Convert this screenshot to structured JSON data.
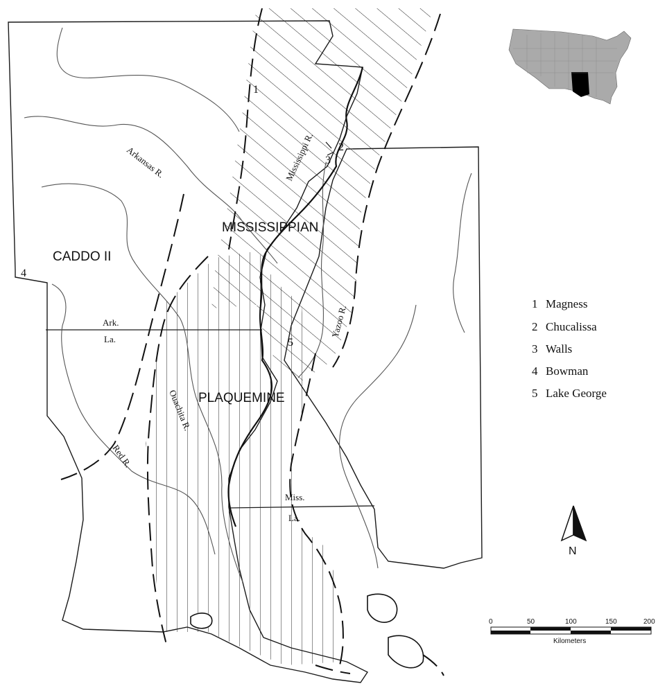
{
  "regions": {
    "caddo": "CADDO II",
    "mississippian": "MISSISSIPPIAN",
    "plaquemine": "PLAQUEMINE"
  },
  "rivers": {
    "arkansas": "Arkansas R.",
    "mississippi": "Mississippi R.",
    "yazoo": "Yazoo R.",
    "ouachita": "Ouachita R.",
    "red": "Red R."
  },
  "state_labels": {
    "ark": "Ark.",
    "la_west": "La.",
    "miss": "Miss.",
    "la_east": "La."
  },
  "sites": [
    {
      "number": "1",
      "name": "Magness"
    },
    {
      "number": "2",
      "name": "Chucalissa"
    },
    {
      "number": "3",
      "name": "Walls"
    },
    {
      "number": "4",
      "name": "Bowman"
    },
    {
      "number": "5",
      "name": "Lake George"
    }
  ],
  "north_arrow": {
    "label": "N"
  },
  "scale_bar": {
    "ticks": [
      "0",
      "50",
      "100",
      "150",
      "200"
    ],
    "unit": "Kilometers"
  },
  "colors": {
    "inset_us": "#aaaaaa",
    "inset_highlight": "#000000",
    "lines": "#111111"
  }
}
